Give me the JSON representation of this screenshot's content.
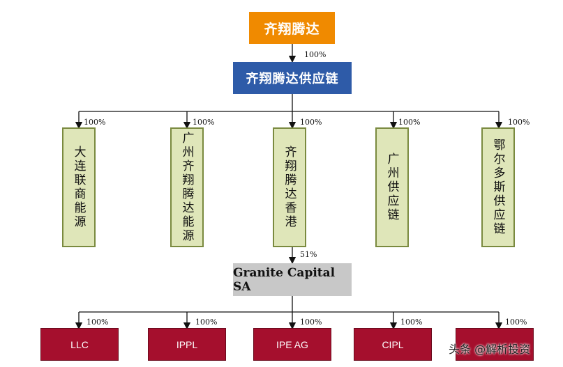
{
  "top_entity": "齐翔腾达",
  "parent_entity": "齐翔腾达供应链",
  "edge_top_parent": "100%",
  "subsidiaries": [
    {
      "name": "大连联商能源",
      "pct": "100%"
    },
    {
      "name": "广州齐翔腾达能源",
      "pct": "100%"
    },
    {
      "name": "齐翔腾达香港",
      "pct": "100%"
    },
    {
      "name": "广州供应链",
      "pct": "100%"
    },
    {
      "name": "鄂尔多斯供应链",
      "pct": "100%"
    }
  ],
  "edge_hk_granite": "51%",
  "granite": "Granite Capital SA",
  "granite_children": [
    {
      "name": "LLC",
      "pct": "100%"
    },
    {
      "name": "IPPL",
      "pct": "100%"
    },
    {
      "name": "IPE AG",
      "pct": "100%"
    },
    {
      "name": "CIPL",
      "pct": "100%"
    },
    {
      "name": "",
      "pct": "100%"
    }
  ],
  "watermark": "头条 @解析投资",
  "colors": {
    "orange": "#f08a00",
    "blue": "#2e5ba8",
    "olive_fill": "#dfe6b9",
    "olive_border": "#7a8a3f",
    "gray": "#c8c8c8",
    "red": "#a50f2d"
  }
}
